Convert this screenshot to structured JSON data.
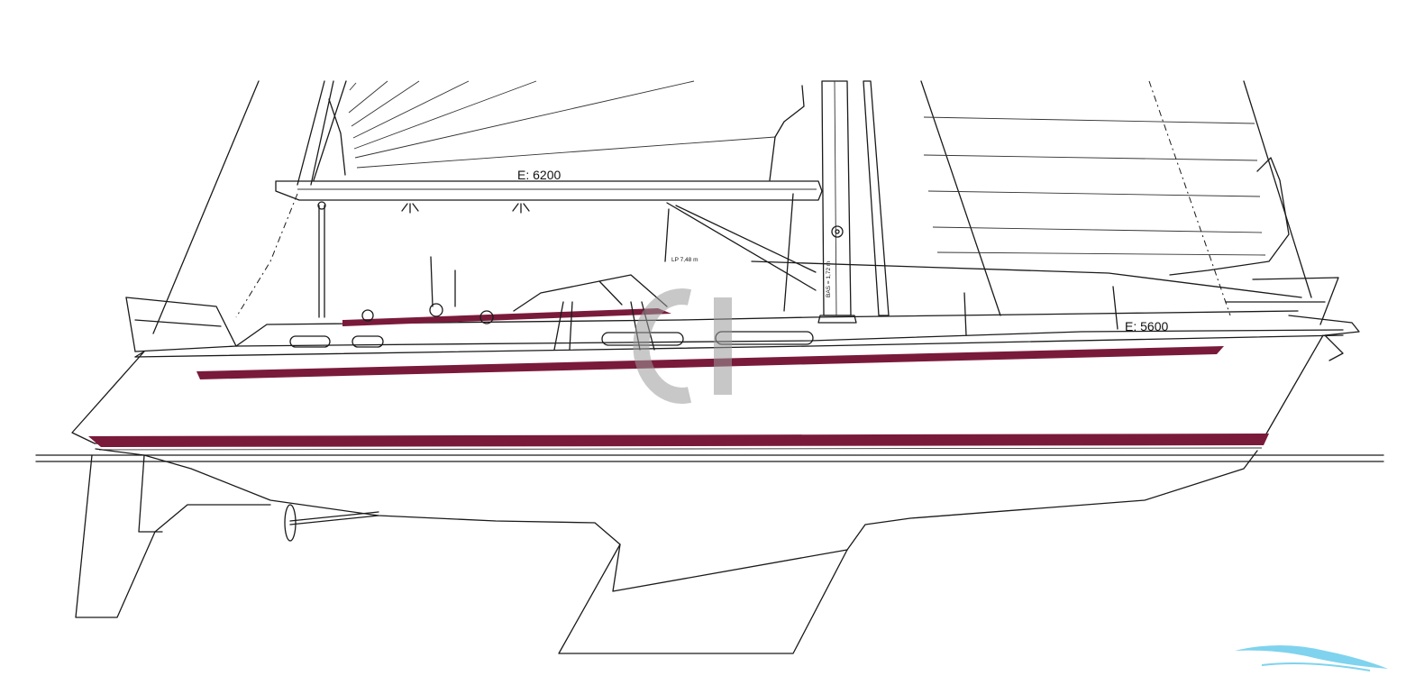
{
  "labels": {
    "mainsail_foot": "E: 6200",
    "headsail_foot": "E: 5600",
    "mast_note": "BAS = 1,72 m",
    "boom_note": "LP 7,48 m"
  },
  "colors": {
    "stripe": "#7a1a3a",
    "ink": "#1a1a1a",
    "watermark": "#9a9a9a",
    "logo_wave": "#7fd3ee"
  },
  "icons": {
    "watermark": "brand-monogram-watermark",
    "corner_logo": "wave-logo"
  }
}
